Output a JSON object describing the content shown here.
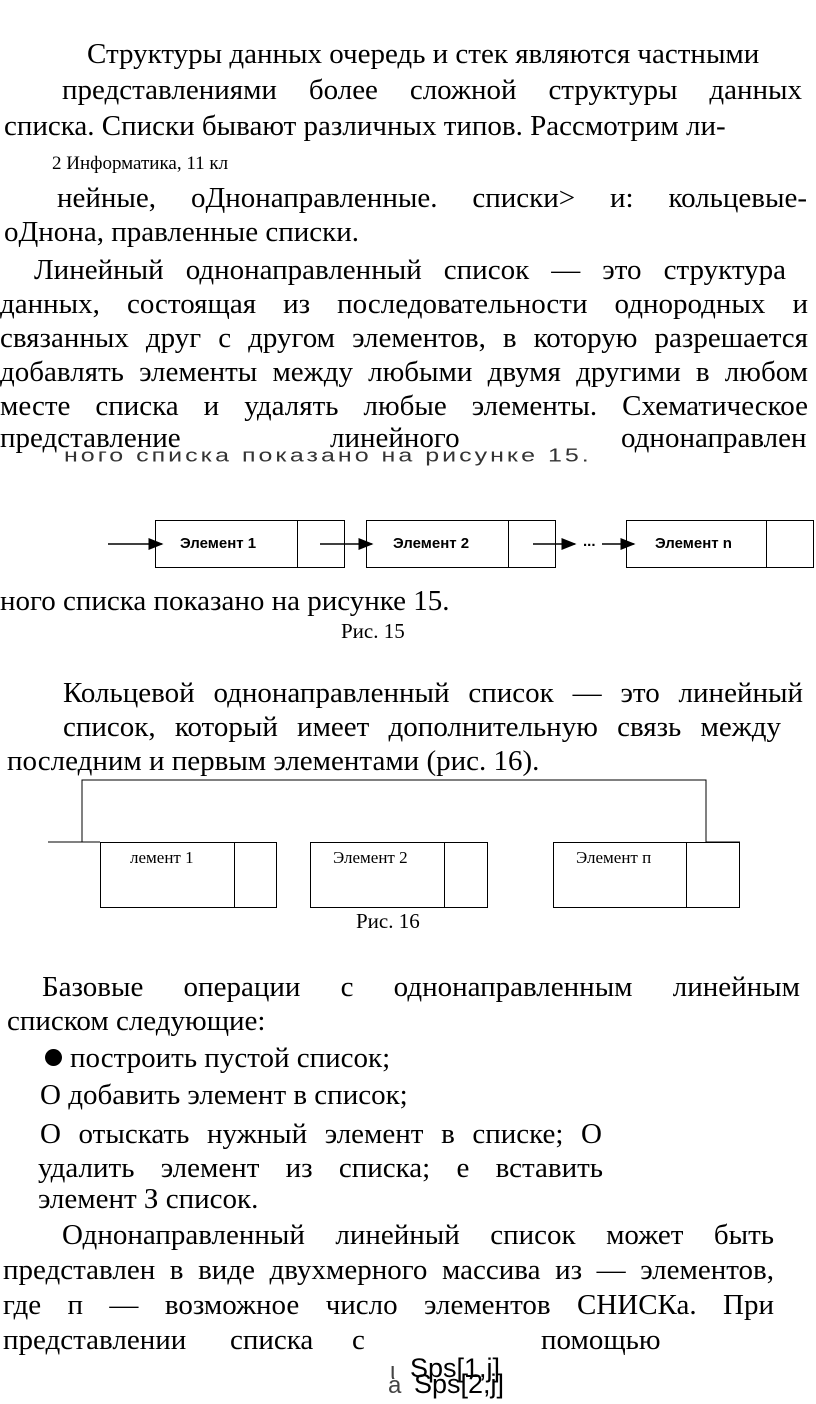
{
  "paragraph1": {
    "line1": "Структуры данных очередь и стек являются частными",
    "line2": "представлениями более сложной структуры данных",
    "line3": "списка. Списки бывают различных типов. Рассмотрим ли-"
  },
  "header_note": "2 Информатика, 11 кл",
  "paragraph2": {
    "line1": "нейные, оДнонаправленные. списки> и: кольцевые-",
    "line2": "оДнона, правленные списки."
  },
  "paragraph3": {
    "line1": "Линейный однонаправленный список — это структура",
    "line2": "данных, состоящая из последовательности однородных и",
    "line3": "связанных друг с другом элементов, в которую разрешается",
    "line4": "добавлять элементы между любыми двумя другими в любом",
    "line5": "месте списка и удалять любые элементы. Схематическое",
    "line6a": "представление",
    "line6b": "линейного",
    "line6c": "однонаправлен",
    "ghost_line": "ного списка показано на рисунке 15."
  },
  "figure15": {
    "element1": "Элемент 1",
    "element2": "Элемент 2",
    "elementn": "Элемент n",
    "ellipsis": "...",
    "caption_line": "ного списка показано на рисунке 15.",
    "caption": "Рис. 15"
  },
  "paragraph4": {
    "line1": "Кольцевой однонаправленный список — это линейный",
    "line2": "список, который имеет дополнительную связь между",
    "line3": "последним и первым элементами (рис. 16)."
  },
  "figure16": {
    "element1": "лемент 1",
    "element2": "Элемент 2",
    "elementn": "Элемент п",
    "caption": "Рис. 16"
  },
  "paragraph5": {
    "line1": "Базовые операции с однонаправленным линейным",
    "line2": "списком следующие:"
  },
  "operations": {
    "item1": "построить пустой список;",
    "item2": "О добавить элемент в список;",
    "item3": "О отыскать нужный элемент в списке; О",
    "item4": "удалить элемент из списка; е вставить",
    "item5": "элемент З список."
  },
  "paragraph6": {
    "line1": "Однонаправленный линейный список может быть",
    "line2": "представлен в виде двухмерного массива из — элементов,",
    "line3": "где п — возможное число элементов СНИСКа. При",
    "line4a": "представлении",
    "line4b": "списка",
    "line4c": "с",
    "line4d": "помощью"
  },
  "array_refs": {
    "row1_prefix": "ι",
    "row1": "Sps[1,j]",
    "row2_prefix": "a",
    "row2": "Sps[2,j]"
  }
}
